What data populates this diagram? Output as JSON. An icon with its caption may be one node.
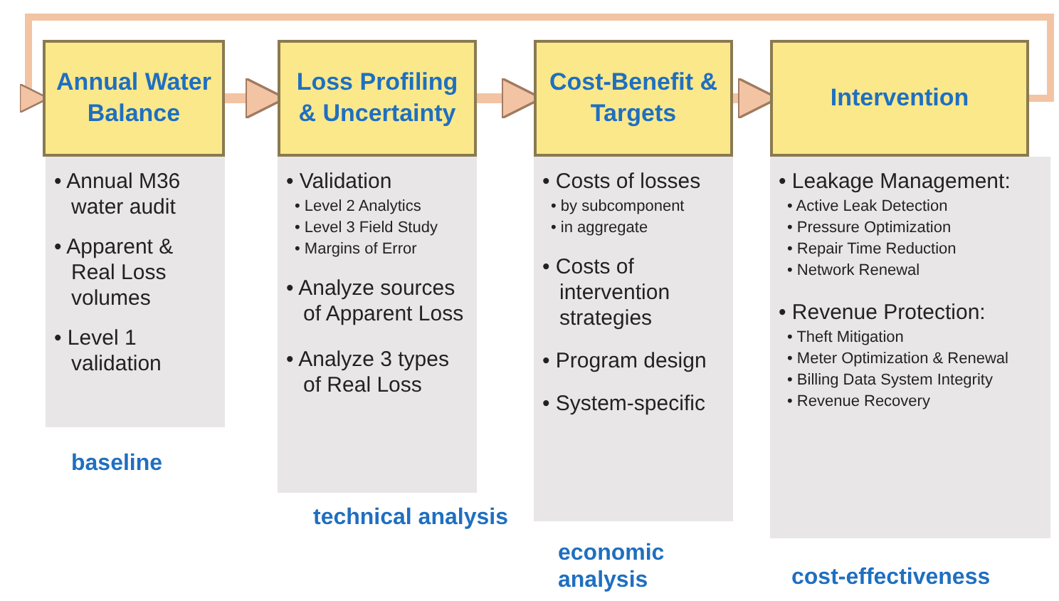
{
  "diagram": {
    "nodes": [
      {
        "text": [
          "Annual Water Balance"
        ]
      },
      {
        "text": [
          "• Annual M36 water audit",
          "• Apparent & Real Loss volumes",
          "• Level 1 validation"
        ],
        "beside": [
          "baseline"
        ]
      },
      {
        "text": [
          "Loss Profiling & Uncertainty"
        ]
      },
      {
        "text": [
          "• Validation",
          "• Level 2 Analytics",
          "• Level 3 Field Study",
          "• Margins of Error",
          "• Analyze sources of Apparent Loss",
          "• Analyze 3 types of Real Loss"
        ],
        "beside": [
          "technical analysis"
        ]
      },
      {
        "text": [
          "Cost-Benefit & Targets"
        ]
      },
      {
        "text": [
          "• Costs of losses",
          "• by subcomponent",
          "• in aggregate",
          "• Costs of intervention strategies",
          "• Program design",
          "• System-specific"
        ],
        "beside": [
          "economic analysis"
        ]
      },
      {
        "text": [
          "Intervention"
        ]
      },
      {
        "text": [
          "• Leakage Management:",
          "• Active Leak Detection",
          "• Pressure Optimization",
          "• Repair Time Reduction",
          "• Network Renewal",
          "• Revenue Protection:",
          "• Theft Mitigation",
          "• Meter Optimization & Renewal",
          "• Billing Data System Integrity",
          "• Revenue Recovery"
        ],
        "beside": [
          "cost-effectiveness"
        ]
      }
    ],
    "edges": [
      {
        "from": 0,
        "to": 2,
        "arrow": "to"
      },
      {
        "from": 2,
        "to": 4,
        "arrow": "to"
      },
      {
        "from": 4,
        "to": 6,
        "arrow": "to"
      },
      {
        "from": 6,
        "to": 0,
        "arrow": "to"
      }
    ]
  }
}
